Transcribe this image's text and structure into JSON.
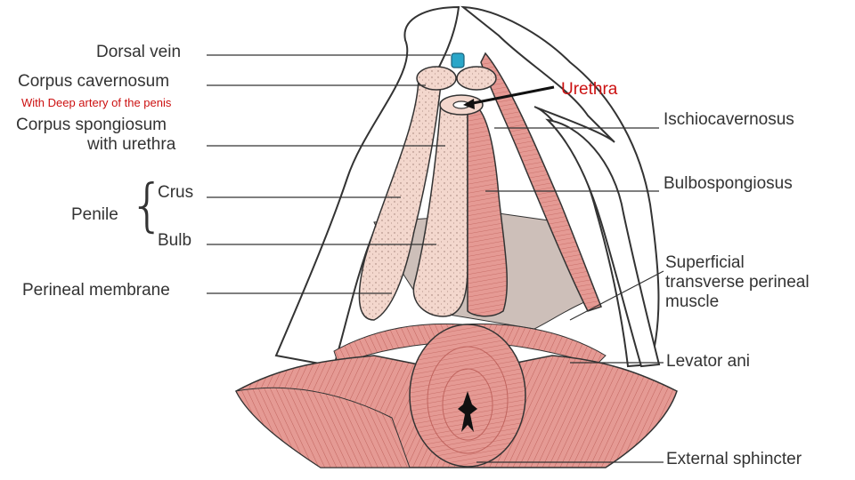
{
  "labels": {
    "dorsal_vein": "Dorsal vein",
    "corpus_cavernosum": "Corpus cavernosum",
    "deep_artery": "With Deep artery of the penis",
    "corpus_spongiosum_line1": "Corpus spongiosum",
    "corpus_spongiosum_line2": "with urethra",
    "penile": "Penile",
    "crus": "Crus",
    "bulb": "Bulb",
    "perineal_membrane": "Perineal membrane",
    "urethra": "Urethra",
    "ischiocavernosus": "Ischiocavernosus",
    "bulbospongiosus": "Bulbospongiosus",
    "superficial_line1": "Superficial",
    "superficial_line2": "transverse perineal",
    "superficial_line3": "muscle",
    "levator_ani": "Levator ani",
    "external_sphincter": "External sphincter"
  },
  "colors": {
    "muscle": "#e59a94",
    "muscle_line": "#c0645e",
    "tissue": "#f3d7cd",
    "membrane": "#cdbfb9",
    "vein": "#2aa6c8",
    "outline": "#333333",
    "red_annotation": "#cc1111"
  }
}
